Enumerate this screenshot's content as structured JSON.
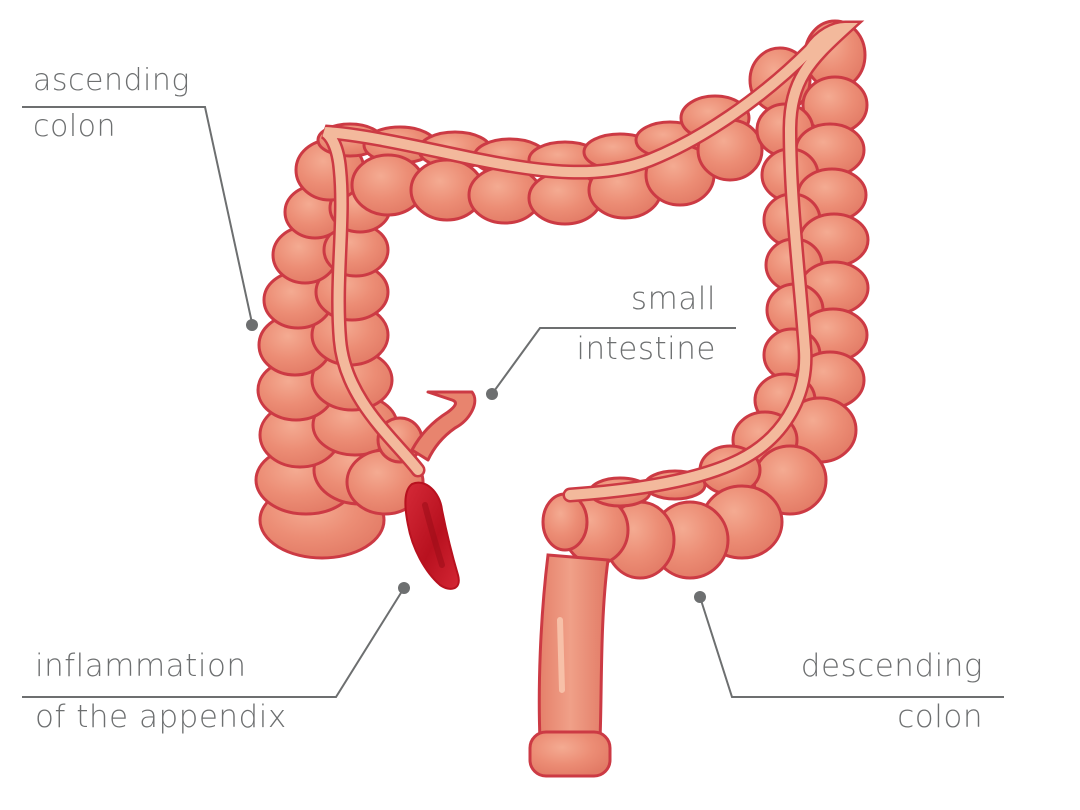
{
  "diagram": {
    "subject": "large intestine with inflamed appendix",
    "colors": {
      "background": "#ffffff",
      "colon_fill": "#e8846e",
      "colon_highlight": "#f2a48c",
      "colon_outline": "#cc3a44",
      "taenia_band": "#f3b99c",
      "appendix_fill": "#c81e2e",
      "appendix_dark": "#a3101e",
      "label_text": "#6d6f70",
      "leader_line": "#6d6f70"
    },
    "labels": [
      {
        "id": "ascending-colon",
        "line1": "ascending",
        "line2": "colon"
      },
      {
        "id": "small-intestine",
        "line1": "small",
        "line2": "intestine"
      },
      {
        "id": "appendix",
        "line1": "inflammation",
        "line2": "of the appendix"
      },
      {
        "id": "descending-colon",
        "line1": "descending",
        "line2": "colon"
      }
    ]
  }
}
